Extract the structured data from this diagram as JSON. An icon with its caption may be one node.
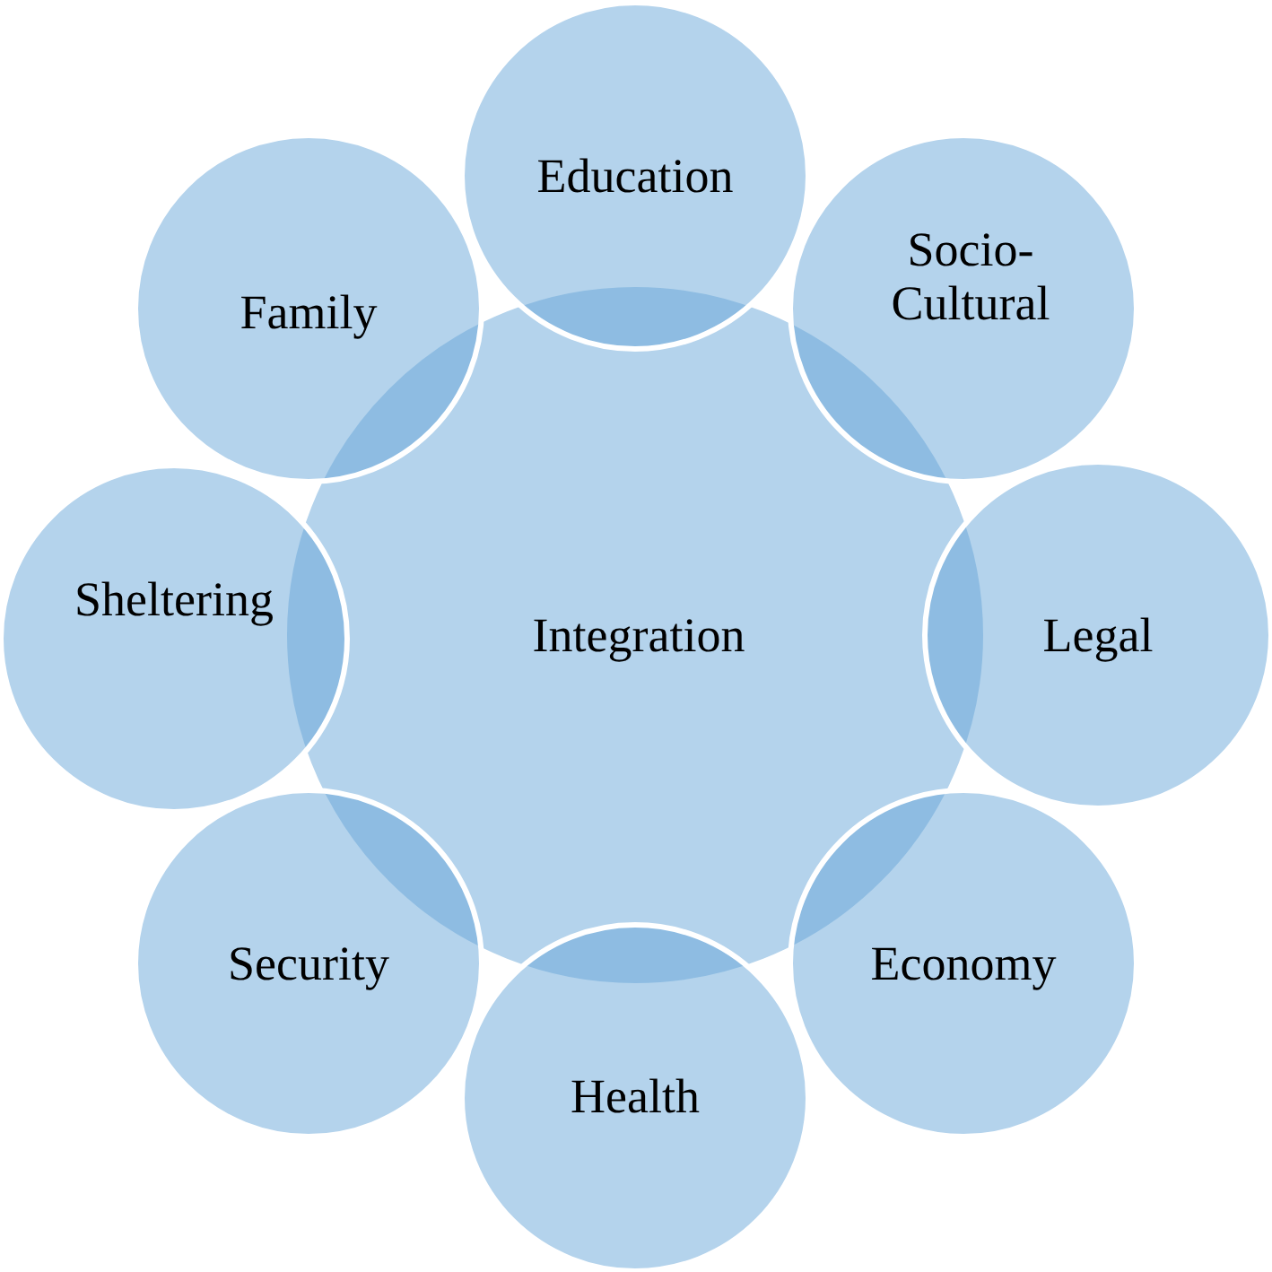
{
  "diagram": {
    "nodes": [
      {
        "text": [
          "Education"
        ]
      },
      {
        "text": [
          "Family"
        ]
      },
      {
        "text": [
          "Socio-Cultural"
        ]
      },
      {
        "text": [
          "Sheltering"
        ]
      },
      {
        "text": [
          "Integration"
        ]
      },
      {
        "text": [
          "Legal"
        ]
      },
      {
        "text": [
          "Security"
        ]
      },
      {
        "text": [
          "Economy"
        ]
      },
      {
        "text": [
          "Health"
        ]
      }
    ]
  }
}
